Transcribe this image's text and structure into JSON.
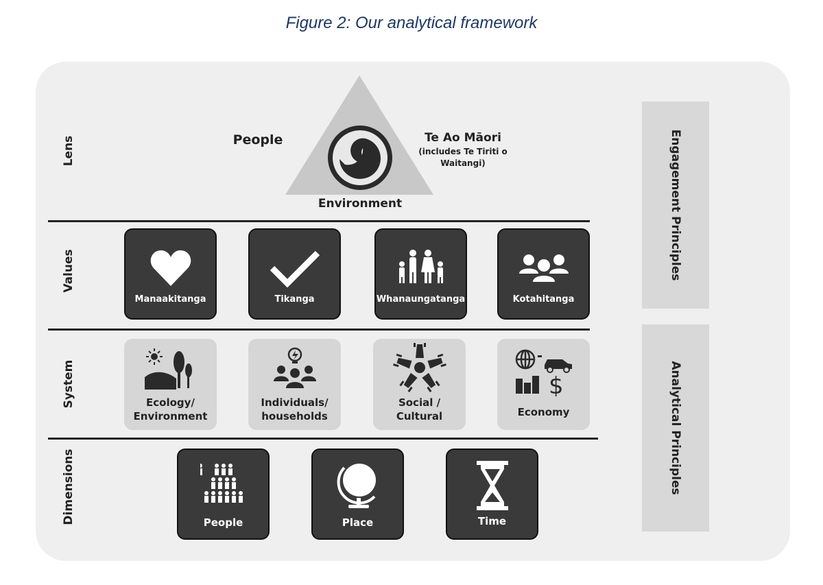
{
  "caption": "Figure 2: Our analytical framework",
  "rows": {
    "lens": "Lens",
    "values": "Values",
    "system": "System",
    "dimensions": "Dimensions"
  },
  "lens": {
    "people": "People",
    "te_ao_maori": "Te Ao Māori",
    "te_ao_maori_note_1": "(includes Te Tiriti o",
    "te_ao_maori_note_2": "Waitangi)",
    "environment": "Environment",
    "center_icon": "koru-icon"
  },
  "values": [
    {
      "label": "Manaakitanga",
      "icon": "heart-icon"
    },
    {
      "label": "Tikanga",
      "icon": "checkmark-icon"
    },
    {
      "label": "Whanaungatanga",
      "icon": "family-icon"
    },
    {
      "label": "Kotahitanga",
      "icon": "group-icon"
    }
  ],
  "system": [
    {
      "line1": "Ecology/",
      "line2": "Environment",
      "icon": "landscape-icon"
    },
    {
      "line1": "Individuals/",
      "line2": "households",
      "icon": "people-idea-icon"
    },
    {
      "line1": "Social /",
      "line2": "Cultural",
      "icon": "hands-circle-icon"
    },
    {
      "line1": "Economy",
      "line2": "",
      "icon": "economy-icon"
    }
  ],
  "dimensions": [
    {
      "label": "People",
      "icon": "crowd-pyramid-icon"
    },
    {
      "label": "Place",
      "icon": "globe-icon"
    },
    {
      "label": "Time",
      "icon": "hourglass-icon"
    }
  ],
  "side_panels": {
    "engagement": "Engagement Principles",
    "analytical": "Analytical Principles"
  },
  "colors": {
    "caption": "#1f3864",
    "panel": "#efefef",
    "dark_box": "#3a3a3a",
    "light_box": "#d6d6d6",
    "side_box": "#d8d8d8"
  }
}
